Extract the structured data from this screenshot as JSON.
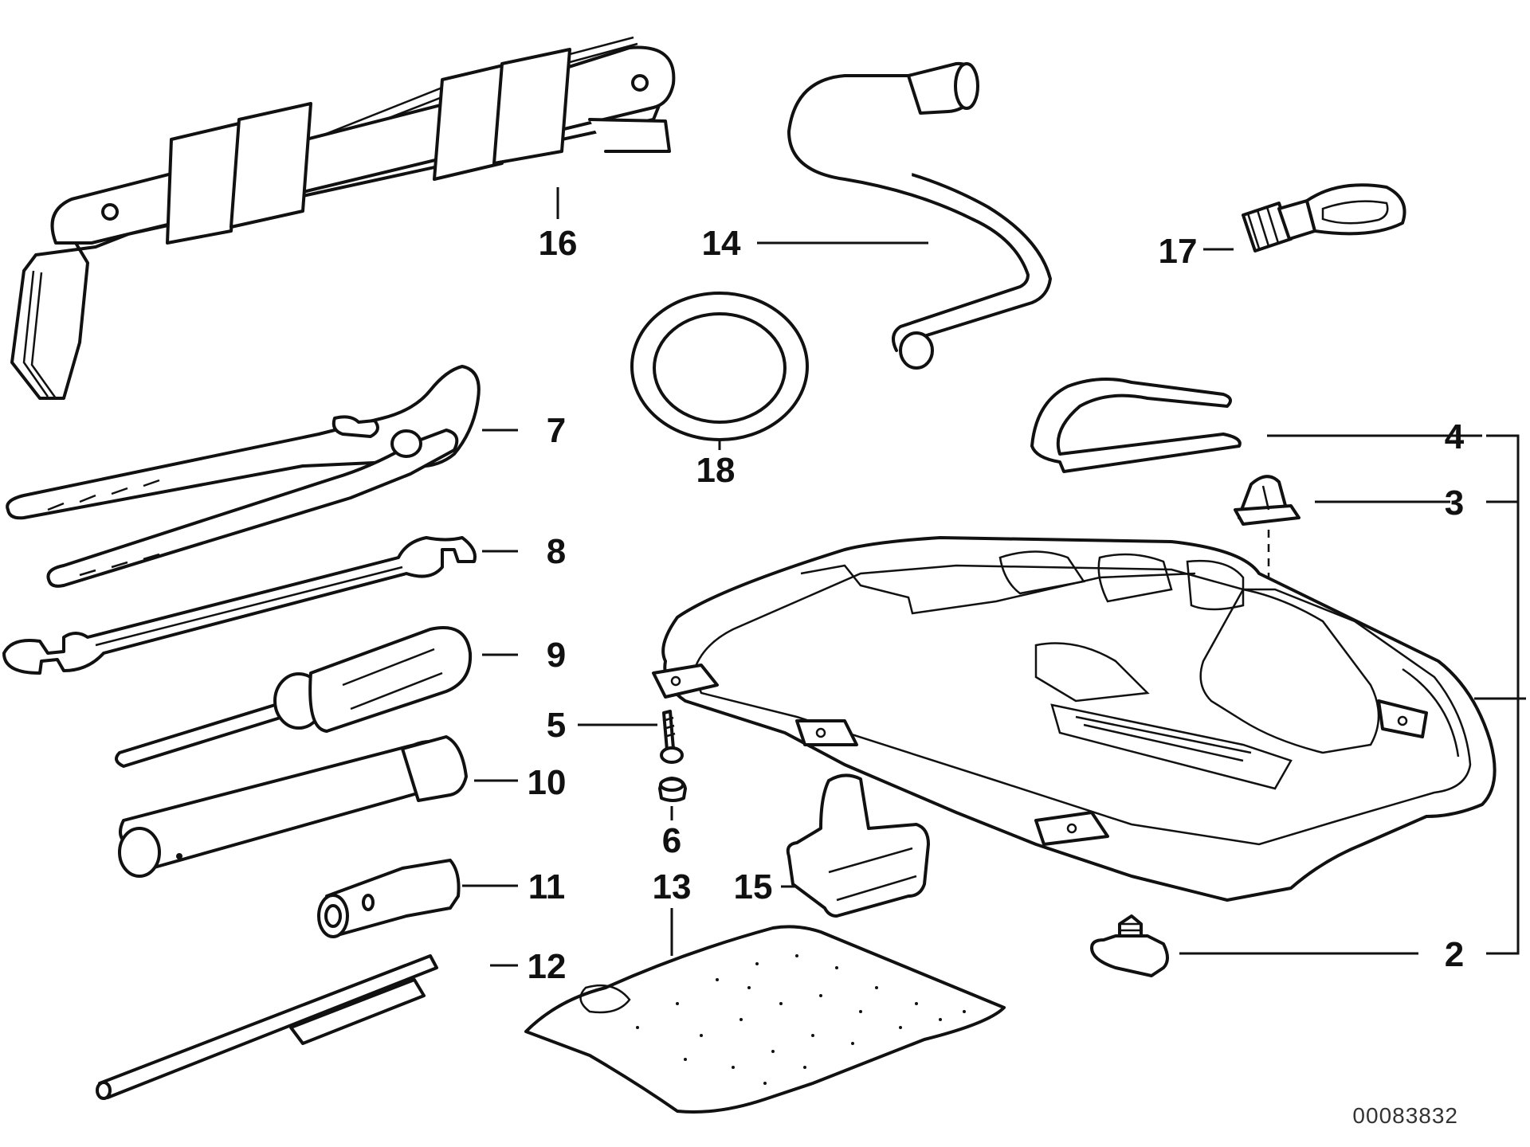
{
  "document_number": "00083832",
  "callouts": {
    "c2": "2",
    "c3": "3",
    "c4": "4",
    "c5": "5",
    "c6": "6",
    "c7": "7",
    "c8": "8",
    "c9": "9",
    "c10": "10",
    "c11": "11",
    "c12": "12",
    "c13": "13",
    "c14": "14",
    "c15": "15",
    "c16": "16",
    "c17": "17",
    "c18": "18"
  }
}
